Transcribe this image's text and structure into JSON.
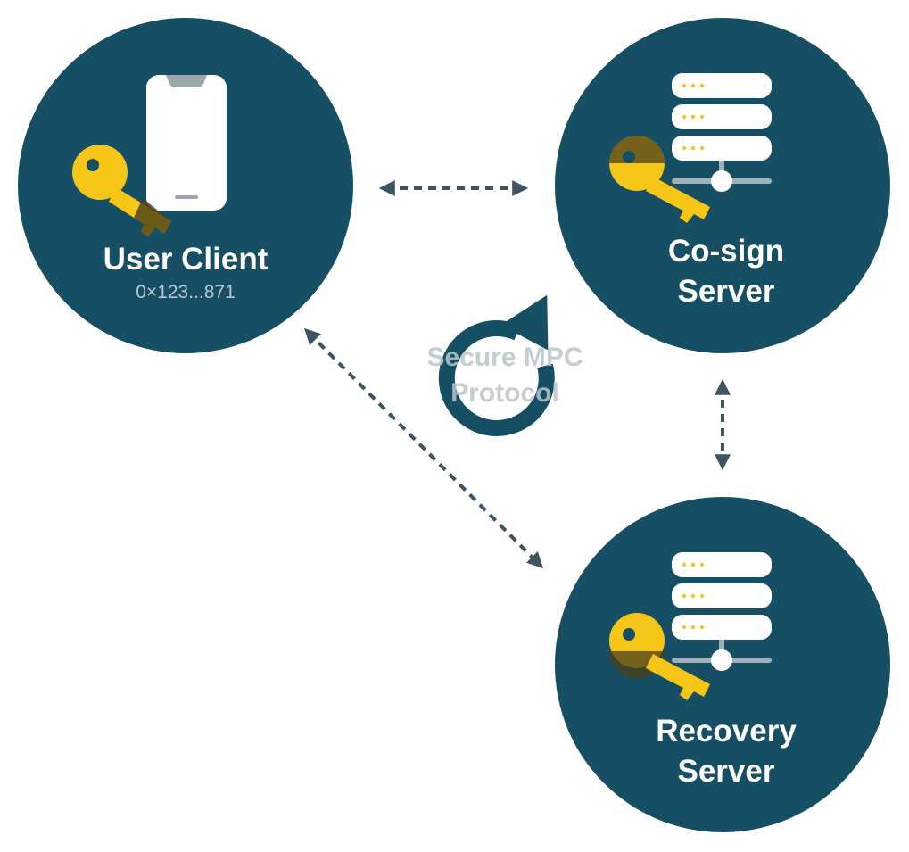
{
  "nodes": {
    "user_client": {
      "title": "User Client",
      "address": "0×123...871"
    },
    "cosign_server": {
      "title_line1": "Co-sign",
      "title_line2": "Server"
    },
    "recovery_server": {
      "title_line1": "Recovery",
      "title_line2": "Server"
    }
  },
  "protocol": {
    "label_line1": "Secure MPC",
    "label_line2": "Protocol"
  },
  "colors": {
    "node_fill": "#164f63",
    "arrow": "#3e5460",
    "key_gold": "#f5c518",
    "key_dark": "#5a4a1a",
    "server_white": "#ffffff",
    "server_dots": "#f5c518"
  }
}
